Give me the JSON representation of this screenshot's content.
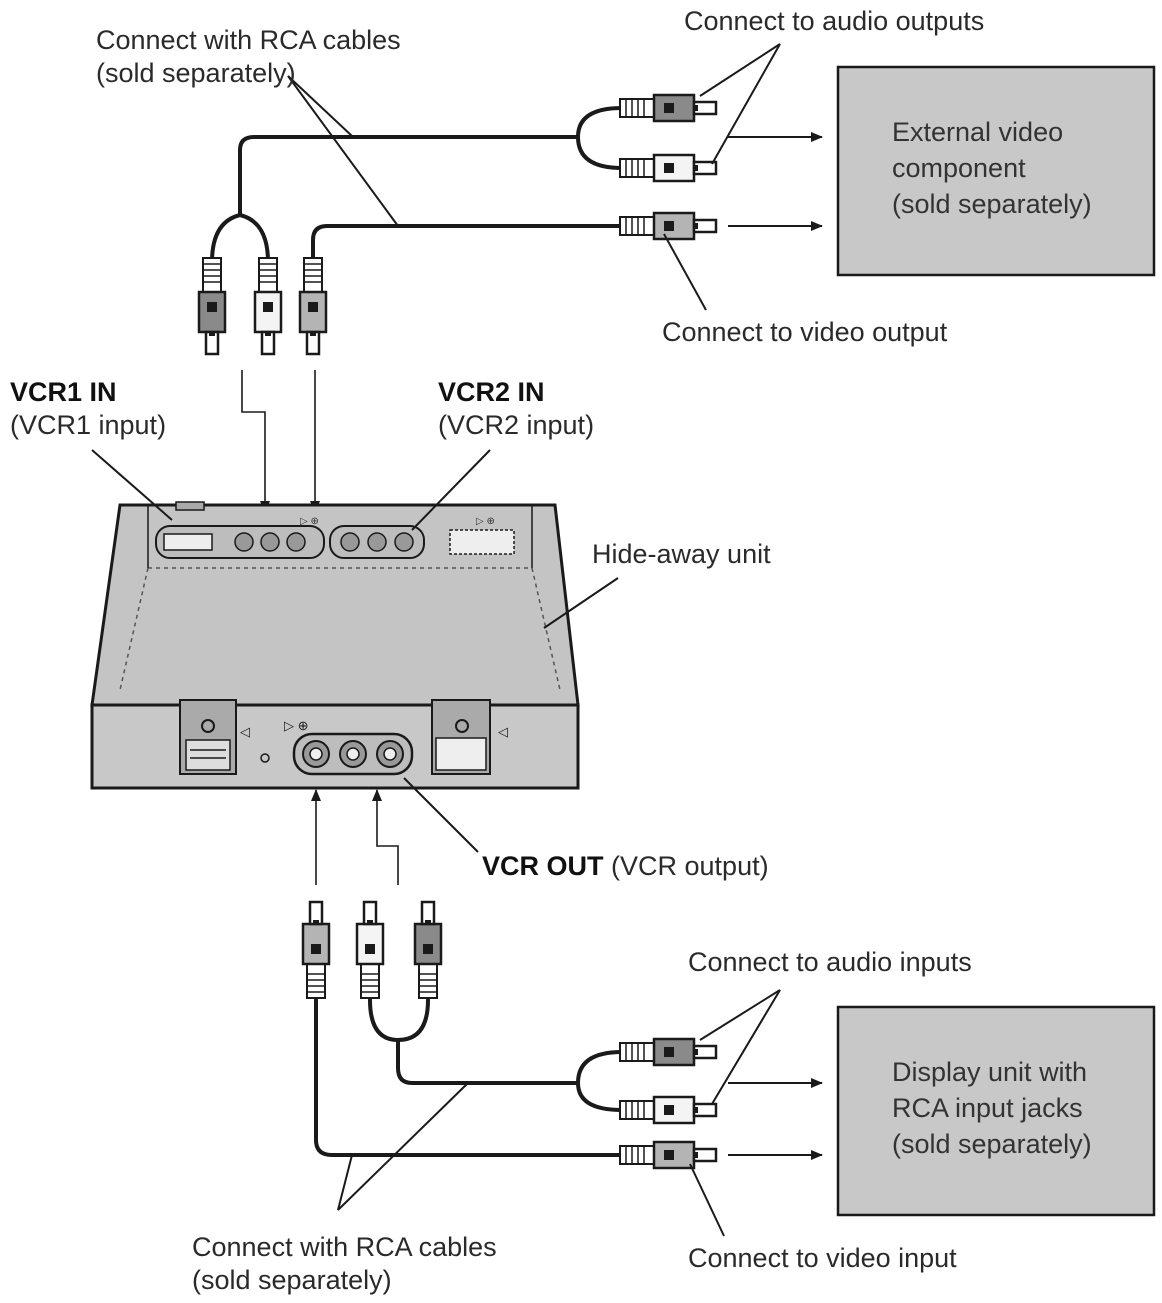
{
  "labels": {
    "rca_top": [
      "Connect with RCA cables",
      "(sold separately)"
    ],
    "audio_outputs": "Connect to audio outputs",
    "video_output": "Connect to video output",
    "vcr1_title": "VCR1 IN",
    "vcr1_sub": "(VCR1 input)",
    "vcr2_title": "VCR2 IN",
    "vcr2_sub": "(VCR2 input)",
    "hideaway": "Hide-away unit",
    "vcr_out_title": "VCR OUT",
    "vcr_out_sub": "(VCR output)",
    "audio_inputs": "Connect to audio inputs",
    "video_input": "Connect to video input",
    "rca_bottom": [
      "Connect with RCA cables",
      "(sold separately)"
    ]
  },
  "components": {
    "external": [
      "External video",
      "component",
      "(sold separately)"
    ],
    "display": [
      "Display unit with",
      "RCA input jacks",
      "(sold separately)"
    ]
  },
  "colors": {
    "box_fill": "#c8c8c8",
    "unit_fill": "#c4c4c4",
    "plug_red": "#8a8a8a",
    "plug_white": "#f4f4f4",
    "plug_yellow": "#b4b4b4"
  }
}
